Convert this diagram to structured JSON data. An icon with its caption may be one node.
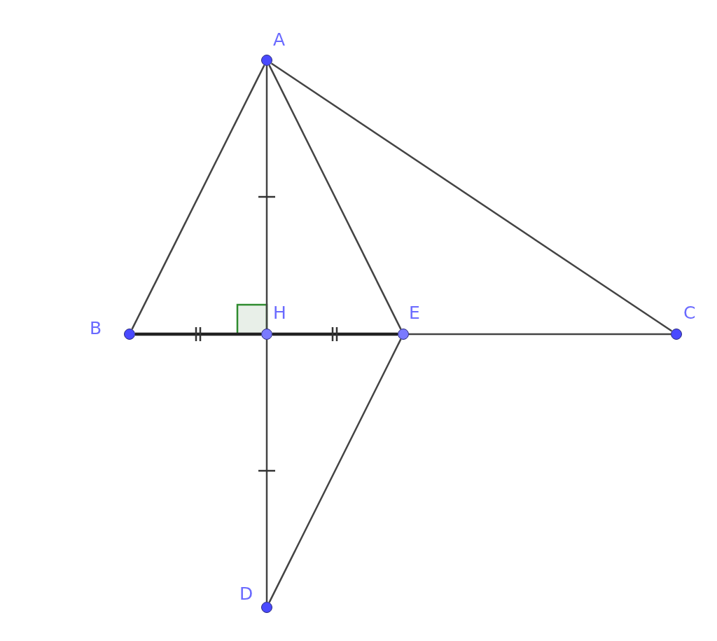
{
  "diagram": {
    "nodes": [
      {
        "text": [],
        "shape": "circle",
        "beside": [
          "A"
        ]
      },
      {
        "text": [],
        "shape": "circle",
        "beside": [
          "B"
        ]
      },
      {
        "text": [],
        "shape": "circle",
        "beside": [
          "H"
        ]
      },
      {
        "text": [],
        "shape": "circle",
        "beside": [
          "E"
        ]
      },
      {
        "text": [],
        "shape": "circle",
        "beside": [
          "C"
        ]
      },
      {
        "text": [],
        "shape": "circle",
        "beside": [
          "D"
        ]
      }
    ],
    "edges": [
      {
        "from": 0,
        "to": 1,
        "arrow": "none"
      },
      {
        "from": 0,
        "to": 2,
        "arrow": "none"
      },
      {
        "from": 0,
        "to": 3,
        "arrow": "none"
      },
      {
        "from": 0,
        "to": 4,
        "arrow": "none"
      },
      {
        "from": 1,
        "to": 2,
        "arrow": "none",
        "style": "thick"
      },
      {
        "from": 2,
        "to": 3,
        "arrow": "none",
        "style": "thick"
      },
      {
        "from": 3,
        "to": 4,
        "arrow": "none"
      },
      {
        "from": 2,
        "to": 5,
        "arrow": "none"
      },
      {
        "from": 5,
        "to": 3,
        "arrow": "none"
      }
    ]
  }
}
